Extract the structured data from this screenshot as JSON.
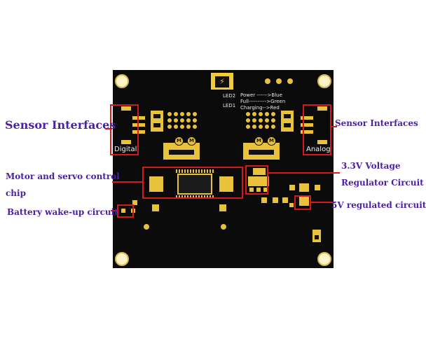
{
  "board": {
    "led2_label": "LED2",
    "led1_label": "LED1",
    "power_line": "Power ------>Blue",
    "full_line": "Full---------->Green",
    "charging_line": "Charging-->Red",
    "digital_label": "Digital",
    "analog_label": "Analog",
    "motor_letter_1": "M",
    "motor_letter_2": "M",
    "motor_letter_3": "M",
    "motor_letter_4": "M",
    "bolt_glyph": "⚡"
  },
  "annotations": {
    "sensor_left": "Sensor Interfaces",
    "sensor_right": "Sensor Interfaces",
    "motor_chip_line1": "Motor and servo control",
    "motor_chip_line2": "chip",
    "battery": "Battery wake-up circuit",
    "regulator_line1": "3.3V Voltage",
    "regulator_line2": "Regulator Circuit",
    "five_volt": "5V regulated circuit"
  },
  "colors": {
    "board": "#0b0b0b",
    "copper": "#e8c23a",
    "annotation_box": "#d41b1b",
    "label_text": "#4b1fa6"
  }
}
